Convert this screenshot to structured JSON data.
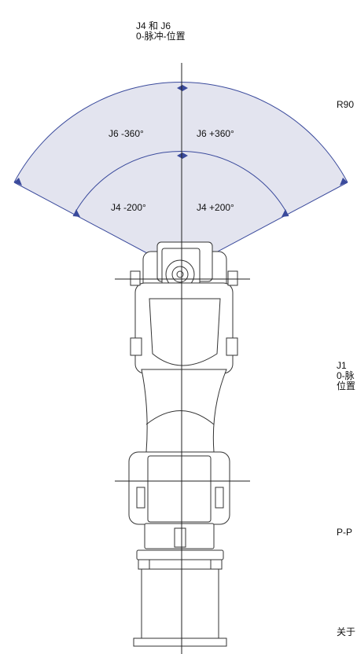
{
  "header": {
    "line1": "J4 和 J6",
    "line2": "0-脉冲-位置"
  },
  "arc_labels": {
    "j6_neg": "J6 -360°",
    "j6_pos": "J6 +360°",
    "j4_neg": "J4 -200°",
    "j4_pos": "J4 +200°"
  },
  "side_labels": {
    "radius": "R90",
    "j1_line1": "J1",
    "j1_line2": "0-脉",
    "j1_line3": "位置",
    "pp": "P-P",
    "about": "关于"
  },
  "colors": {
    "sector_fill": "#e3e4ef",
    "arc_stroke": "#3a4a9c",
    "outline": "#333333"
  }
}
